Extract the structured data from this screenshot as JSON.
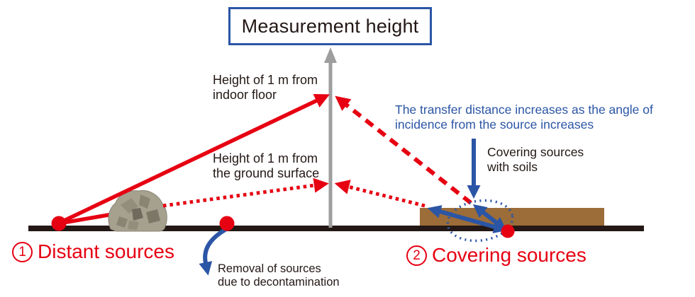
{
  "title_box": {
    "label": "Measurement height"
  },
  "annotations": {
    "indoor": {
      "line1": "Height of 1 m from",
      "line2": "indoor floor"
    },
    "ground_surface": {
      "line1": "Height of 1 m from",
      "line2": "the ground surface"
    },
    "transfer": {
      "line1": "The transfer distance increases as the angle of",
      "line2": "incidence from the source increases"
    },
    "covering_soils": {
      "line1": "Covering sources",
      "line2": "with soils"
    },
    "removal": {
      "line1": "Removal of sources",
      "line2": "due to decontamination"
    }
  },
  "legend": {
    "distant": {
      "number": "1",
      "label": "Distant sources"
    },
    "covering": {
      "number": "2",
      "label": "Covering sources"
    }
  },
  "icons": {
    "rock": "rock-obstacle-icon",
    "measurement_pole": "up-arrow-pole-icon",
    "source_dots": "red-source-dot-icon",
    "soil_cover": "soil-cover-rect",
    "shield_ellipse": "dotted-ellipse-icon"
  },
  "colors": {
    "red": "#e60012",
    "blue": "#2b55a5",
    "soil": "#9c6d38",
    "gray": "#9e9e9e",
    "ground": "#231815",
    "text": "#231815",
    "rock": "#a6a08f",
    "rock_dark": "#6f6a5c"
  }
}
